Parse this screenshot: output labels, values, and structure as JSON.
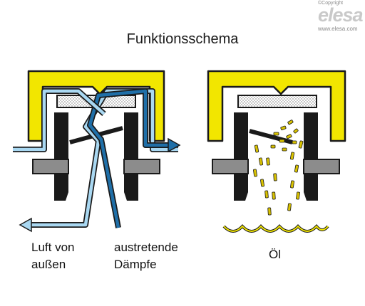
{
  "logo": {
    "copyright": "©Copyright",
    "brand": "elesa",
    "url": "www.elesa.com"
  },
  "title": "Funktionsschema",
  "labels": {
    "outside_air_line1": "Luft von",
    "outside_air_line2": "außen",
    "vapors_line1": "austretende",
    "vapors_line2": "Dämpfe",
    "oil": "Öl"
  },
  "colors": {
    "cap_yellow": "#f2e600",
    "body_black": "#1a1a1a",
    "gray_seal": "#8c8c8c",
    "light_blue": "#a9d8f2",
    "dark_blue": "#1f6fa8",
    "oil_droplet": "#d9c200"
  }
}
